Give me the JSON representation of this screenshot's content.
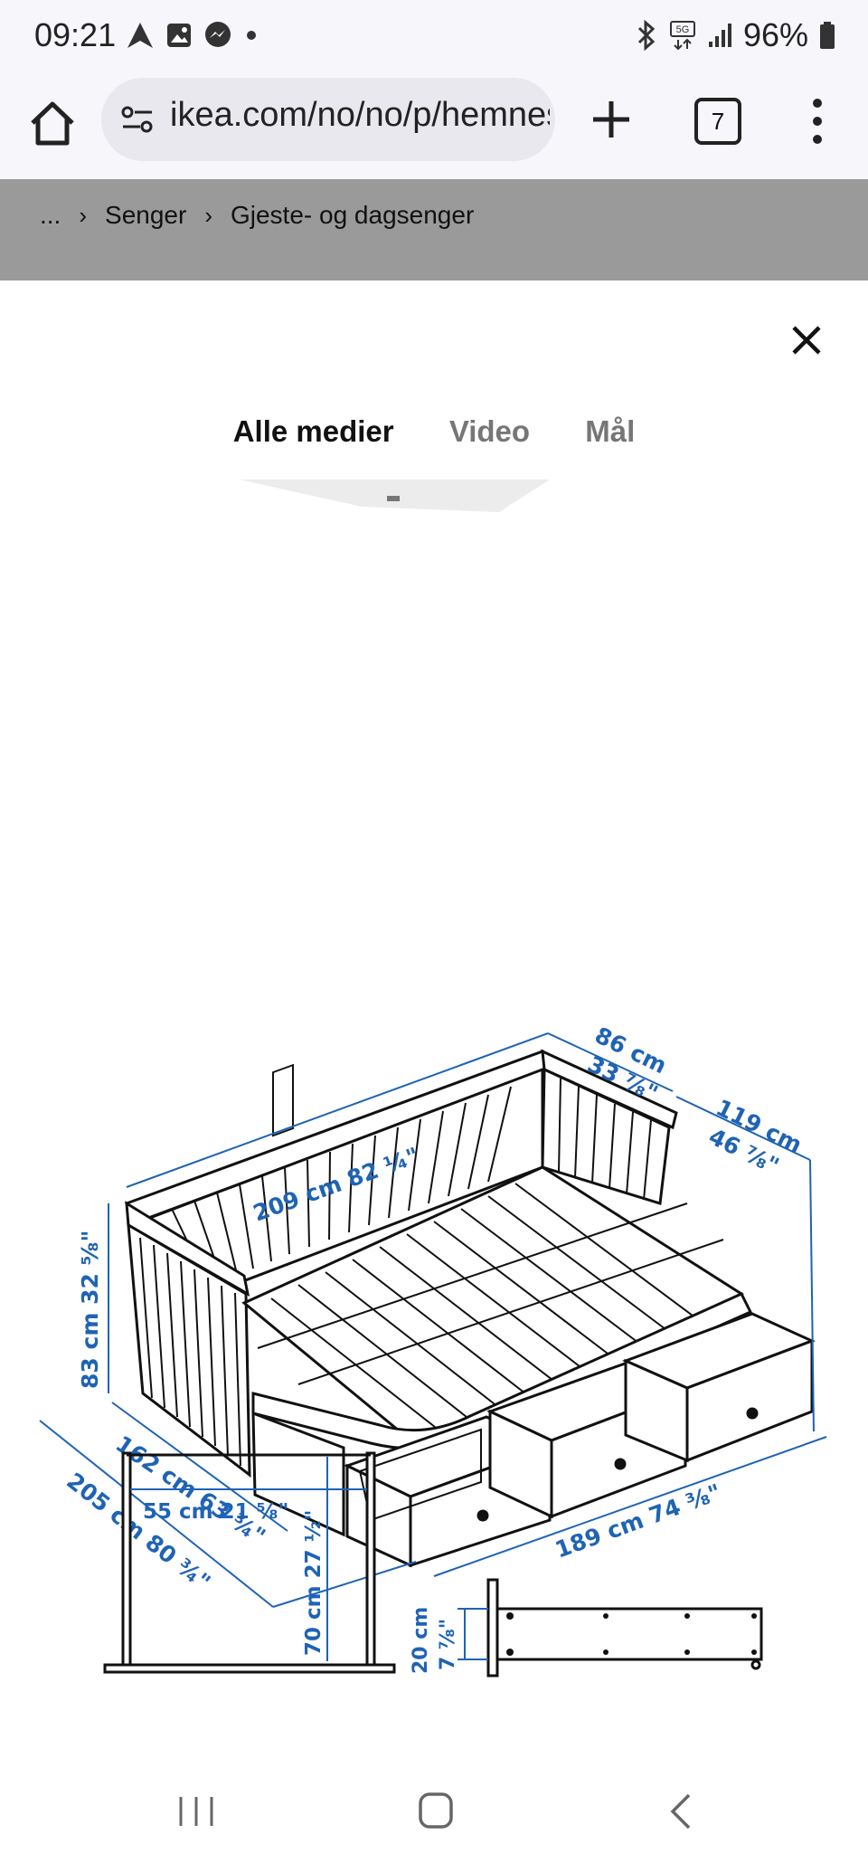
{
  "status_bar": {
    "time": "09:21",
    "left_icons": [
      "maps-icon",
      "gallery-icon",
      "messenger-icon",
      "dot-icon"
    ],
    "right_icons": [
      "bluetooth-icon",
      "5g-icon",
      "signal-icon"
    ],
    "battery": "96%"
  },
  "browser": {
    "url": "ikea.com/no/no/p/hemnes",
    "tab_count": "7"
  },
  "breadcrumb": {
    "items": [
      "...",
      "Senger",
      "Gjeste- og dagsenger"
    ]
  },
  "modal": {
    "tabs": [
      {
        "label": "Alle medier",
        "active": true
      },
      {
        "label": "Video",
        "active": false
      },
      {
        "label": "Mål",
        "active": false
      }
    ]
  },
  "dimensions": {
    "length_top": "209 cm 82 ¼\"",
    "depth_top_cm": "86 cm",
    "depth_top_in": "33 ⅞\"",
    "side_cm": "119 cm",
    "side_in": "46 ⅞\"",
    "height": "83 cm 32 ⅝\"",
    "open_width": "162 cm 63 ¾\"",
    "extended_width": "205 cm 80 ¾\"",
    "bed_length": "189 cm 74 ⅜\"",
    "gable_width": "55 cm 21 ⅝\"",
    "gable_height": "70 cm 27 ½\"",
    "drawer_height_cm": "20 cm",
    "drawer_height_in": "7 ⅞\""
  },
  "colors": {
    "dimension_blue": "#1f63b5",
    "breadcrumb_band": "#9a9a9a"
  }
}
